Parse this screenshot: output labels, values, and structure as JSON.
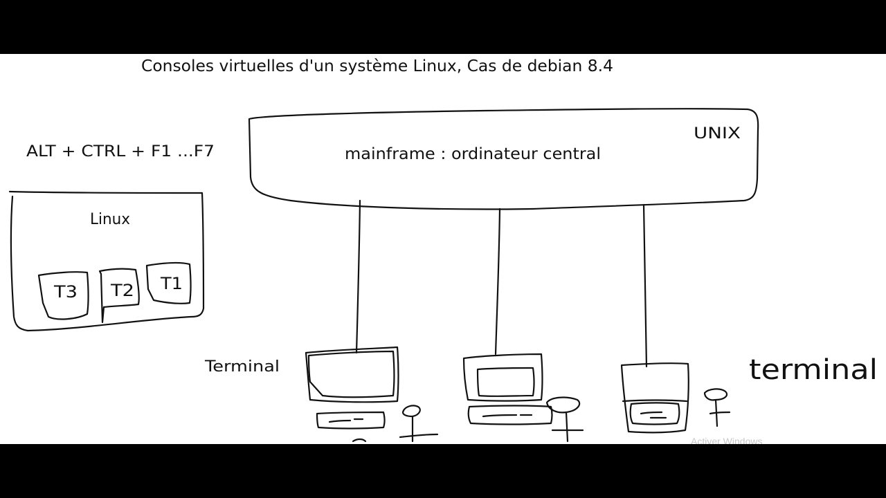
{
  "title": "Consoles virtuelles d'un système Linux, Cas de debian 8.4",
  "shortcut": "ALT + CTRL + F1 ...F7",
  "mainframe": {
    "os_label": "UNIX",
    "caption": "mainframe : ordinateur central"
  },
  "linux_box": {
    "label": "Linux",
    "terminals": [
      "T3",
      "T2",
      "T1"
    ]
  },
  "terminal_label_left": "Terminal",
  "terminal_label_right": "terminal",
  "watermark": "Activer Windows",
  "colors": {
    "ink": "#111111",
    "background": "#ffffff",
    "letterbox": "#000000"
  }
}
